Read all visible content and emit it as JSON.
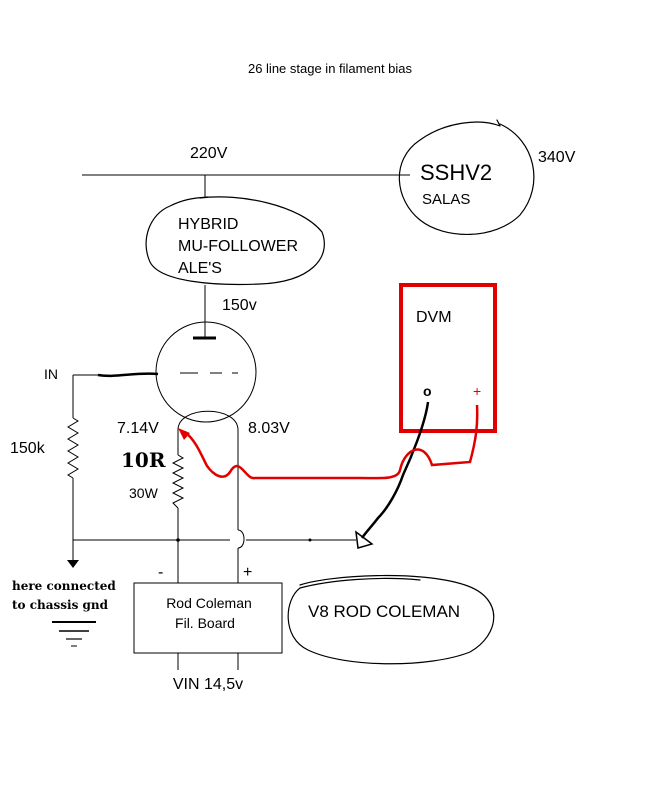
{
  "title": "26 line stage in filament bias",
  "voltages": {
    "supply_220": "220V",
    "supply_340": "340V",
    "plate_150": "150v",
    "cathode_neg": "7.14V",
    "cathode_pos": "8.03V",
    "vin": "VIN 14,5v"
  },
  "regulator": {
    "line1": "SSHV2",
    "line2": "SALAS"
  },
  "follower": {
    "line1": "HYBRID",
    "line2": "MU-FOLLOWER",
    "line3": "ALE'S"
  },
  "input": {
    "label": "IN",
    "resistor": "150k"
  },
  "resistor": {
    "value": "10R",
    "power": "30W"
  },
  "dvm": {
    "label": "DVM",
    "neg_symbol": "o",
    "pos_symbol": "+"
  },
  "board": {
    "line1": "Rod Coleman",
    "line2": "Fil. Board",
    "neg": "-",
    "pos": "+"
  },
  "note": {
    "line1": "here connected",
    "line2": "to chassis gnd"
  },
  "v8": "V8 ROD COLEMAN",
  "colors": {
    "probe_red": "#e00000",
    "ink": "#000000"
  }
}
